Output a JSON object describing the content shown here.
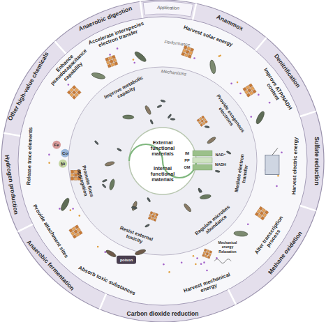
{
  "diagram": {
    "nodes": [
      {
        "text": [
          "Anaerobic digestion"
        ]
      },
      {
        "text": [
          "Anammox"
        ]
      },
      {
        "text": [
          "Denitrification"
        ]
      },
      {
        "text": [
          "Sulfate reduction"
        ]
      },
      {
        "text": [
          "Methane oxidation"
        ]
      },
      {
        "text": [
          "Carbon dioxide reduction"
        ]
      },
      {
        "text": [
          "Anaerobic fermentation"
        ]
      },
      {
        "text": [
          "Hydrogen production"
        ]
      },
      {
        "text": [
          "Other high-value chemicals"
        ]
      },
      {
        "text": [
          "External functional materials"
        ]
      },
      {
        "text": [
          "Internal functional materials"
        ]
      }
    ],
    "labels": [
      "Application",
      "Performance",
      "Mechanisms",
      "Accelerate interspecies electron transfer",
      "Harvest solar energy",
      "Improve ATP/NADH content",
      "Harvest electric energy",
      "Alter transcription process",
      "Harvest mechanical energy",
      "Absorb toxic substances",
      "Provide attachment sites",
      "Release trace elements",
      "Enhance pseudocapacitance capability",
      "Improve metabolic capacity",
      "Provide exogenous electrons",
      "Mediate electron transfer",
      "Regulate microbes abundance",
      "Resist external toxicity",
      "Promote flocs aggregation",
      "IM",
      "PP",
      "OM",
      "NAD⁺",
      "NADH",
      "Mechanical energy",
      "Relaxation",
      "poison",
      "Fe",
      "Co",
      "Ni"
    ]
  }
}
